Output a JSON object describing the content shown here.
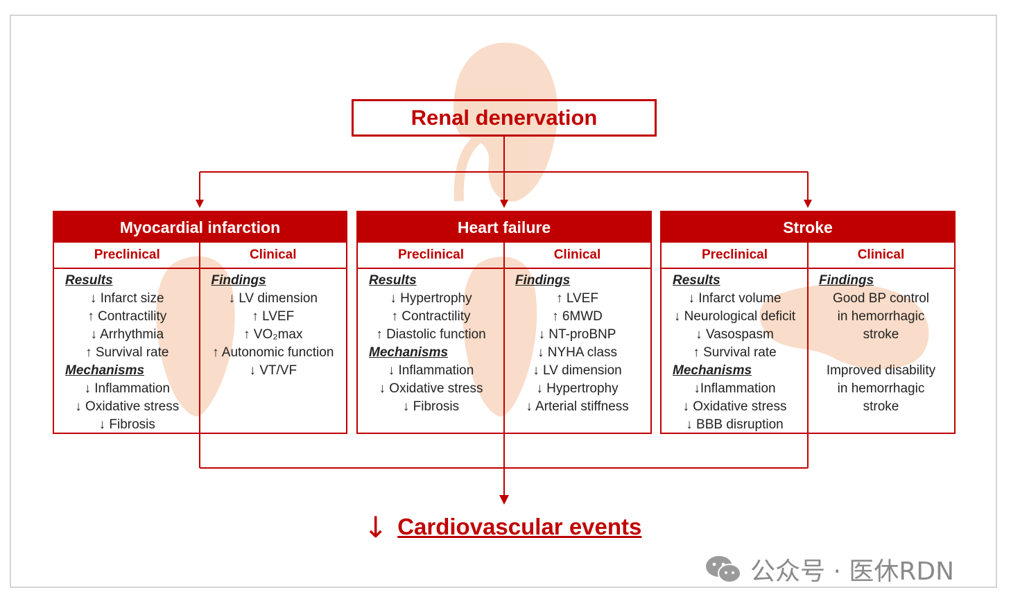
{
  "title": "Renal denervation",
  "panels": [
    {
      "heading": "Myocardial infarction",
      "left_label": "Preclinical",
      "right_label": "Clinical",
      "left": [
        {
          "kind": "section",
          "text": "Results"
        },
        {
          "kind": "item",
          "text": "↓ Infarct size"
        },
        {
          "kind": "item",
          "text": "↑ Contractility"
        },
        {
          "kind": "item",
          "text": "↓ Arrhythmia"
        },
        {
          "kind": "item",
          "text": "↑ Survival rate"
        },
        {
          "kind": "section",
          "text": "Mechanisms"
        },
        {
          "kind": "item",
          "text": "↓ Inflammation"
        },
        {
          "kind": "item",
          "text": "↓ Oxidative stress"
        },
        {
          "kind": "item",
          "text": "↓ Fibrosis"
        }
      ],
      "right": [
        {
          "kind": "section",
          "text": "Findings"
        },
        {
          "kind": "item",
          "text": "↓ LV dimension"
        },
        {
          "kind": "item",
          "text": "↑ LVEF"
        },
        {
          "kind": "item",
          "text": "↑ VO₂max"
        },
        {
          "kind": "item",
          "text": "↑ Autonomic function"
        },
        {
          "kind": "item",
          "text": "↓ VT/VF"
        }
      ]
    },
    {
      "heading": "Heart failure",
      "left_label": "Preclinical",
      "right_label": "Clinical",
      "left": [
        {
          "kind": "section",
          "text": "Results"
        },
        {
          "kind": "item",
          "text": "↓ Hypertrophy"
        },
        {
          "kind": "item",
          "text": "↑ Contractility"
        },
        {
          "kind": "item",
          "text": "↑ Diastolic function"
        },
        {
          "kind": "section",
          "text": "Mechanisms"
        },
        {
          "kind": "item",
          "text": "↓ Inflammation"
        },
        {
          "kind": "item",
          "text": "↓ Oxidative stress"
        },
        {
          "kind": "item",
          "text": "↓ Fibrosis"
        }
      ],
      "right": [
        {
          "kind": "section",
          "text": "Findings"
        },
        {
          "kind": "item",
          "text": "↑ LVEF"
        },
        {
          "kind": "item",
          "text": "↑ 6MWD"
        },
        {
          "kind": "item",
          "text": "↓ NT-proBNP"
        },
        {
          "kind": "item",
          "text": "↓ NYHA class"
        },
        {
          "kind": "item",
          "text": "↓ LV dimension"
        },
        {
          "kind": "item",
          "text": "↓ Hypertrophy"
        },
        {
          "kind": "item",
          "text": "↓ Arterial stiffness"
        }
      ]
    },
    {
      "heading": "Stroke",
      "left_label": "Preclinical",
      "right_label": "Clinical",
      "left": [
        {
          "kind": "section",
          "text": "Results"
        },
        {
          "kind": "item",
          "text": "↓ Infarct volume"
        },
        {
          "kind": "item",
          "text": "↓ Neurological deficit"
        },
        {
          "kind": "item",
          "text": "↓ Vasospasm"
        },
        {
          "kind": "item",
          "text": "↑ Survival rate"
        },
        {
          "kind": "section",
          "text": "Mechanisms"
        },
        {
          "kind": "item",
          "text": "↓Inflammation"
        },
        {
          "kind": "item",
          "text": "↓ Oxidative stress"
        },
        {
          "kind": "item",
          "text": "↓ BBB disruption"
        }
      ],
      "right": [
        {
          "kind": "section",
          "text": "Findings"
        },
        {
          "kind": "item",
          "text": "Good BP control"
        },
        {
          "kind": "item",
          "text": "in hemorrhagic"
        },
        {
          "kind": "item",
          "text": "stroke"
        },
        {
          "kind": "blank",
          "text": ""
        },
        {
          "kind": "item",
          "text": "Improved disability"
        },
        {
          "kind": "item",
          "text": "in hemorrhagic"
        },
        {
          "kind": "item",
          "text": "stroke"
        }
      ]
    }
  ],
  "outcome": {
    "arrow": "↓",
    "text": "Cardiovascular events"
  },
  "watermark": "公众号 · 医休RDN",
  "colors": {
    "accent": "#c00000",
    "organ": "#f4c09c"
  },
  "icons": [
    "kidney-illustration",
    "heart-illustration",
    "brain-illustration",
    "wechat-icon"
  ]
}
